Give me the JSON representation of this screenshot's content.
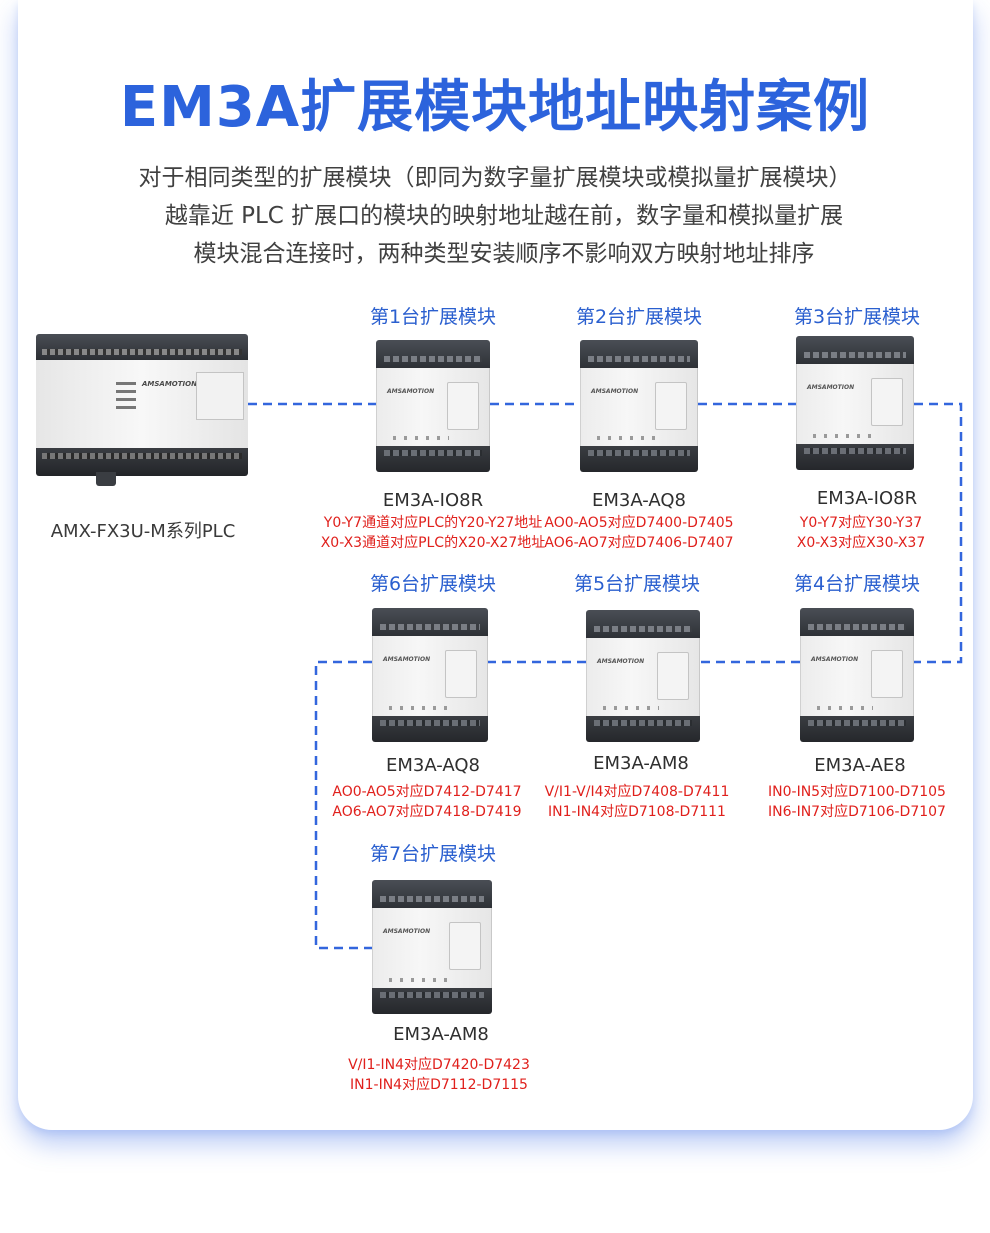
{
  "title": "EM3A扩展模块地址映射案例",
  "description": [
    "对于相同类型的扩展模块（即同为数字量扩展模块或模拟量扩展模块）",
    "越靠近 PLC 扩展口的模块的映射地址越在前，数字量和模拟量扩展",
    "模块混合连接时，两种类型安装顺序不影响双方映射地址排序"
  ],
  "plc": {
    "label": "AMX-FX3U-M系列PLC",
    "brand": "AMSAMOTION"
  },
  "device_brand": "AMSAMOTION",
  "modules": [
    {
      "head": "第1台扩展模块",
      "name": "EM3A-IO8R",
      "map": [
        "Y0-Y7通道对应PLC的Y20-Y27地址",
        "X0-X3通道对应PLC的X20-X27地址"
      ]
    },
    {
      "head": "第2台扩展模块",
      "name": "EM3A-AQ8",
      "map": [
        "AO0-AO5对应D7400-D7405",
        "AO6-AO7对应D7406-D7407"
      ]
    },
    {
      "head": "第3台扩展模块",
      "name": "EM3A-IO8R",
      "map": [
        "Y0-Y7对应Y30-Y37",
        "X0-X3对应X30-X37"
      ]
    },
    {
      "head": "第4台扩展模块",
      "name": "EM3A-AE8",
      "map": [
        "IN0-IN5对应D7100-D7105",
        "IN6-IN7对应D7106-D7107"
      ]
    },
    {
      "head": "第5台扩展模块",
      "name": "EM3A-AM8",
      "map": [
        "V/I1-V/I4对应D7408-D7411",
        "IN1-IN4对应D7108-D7111"
      ]
    },
    {
      "head": "第6台扩展模块",
      "name": "EM3A-AQ8",
      "map": [
        "AO0-AO5对应D7412-D7417",
        "AO6-AO7对应D7418-D7419"
      ]
    },
    {
      "head": "第7台扩展模块",
      "name": "EM3A-AM8",
      "map": [
        "V/I1-IN4对应D7420-D7423",
        "IN1-IN4对应D7112-D7115"
      ]
    }
  ],
  "colors": {
    "title": "#2c63dc",
    "module_heading": "#2a5fcf",
    "mapping_text": "#e0201c",
    "connector": "#3366dd",
    "card_shadow": "#3c6ee6"
  }
}
